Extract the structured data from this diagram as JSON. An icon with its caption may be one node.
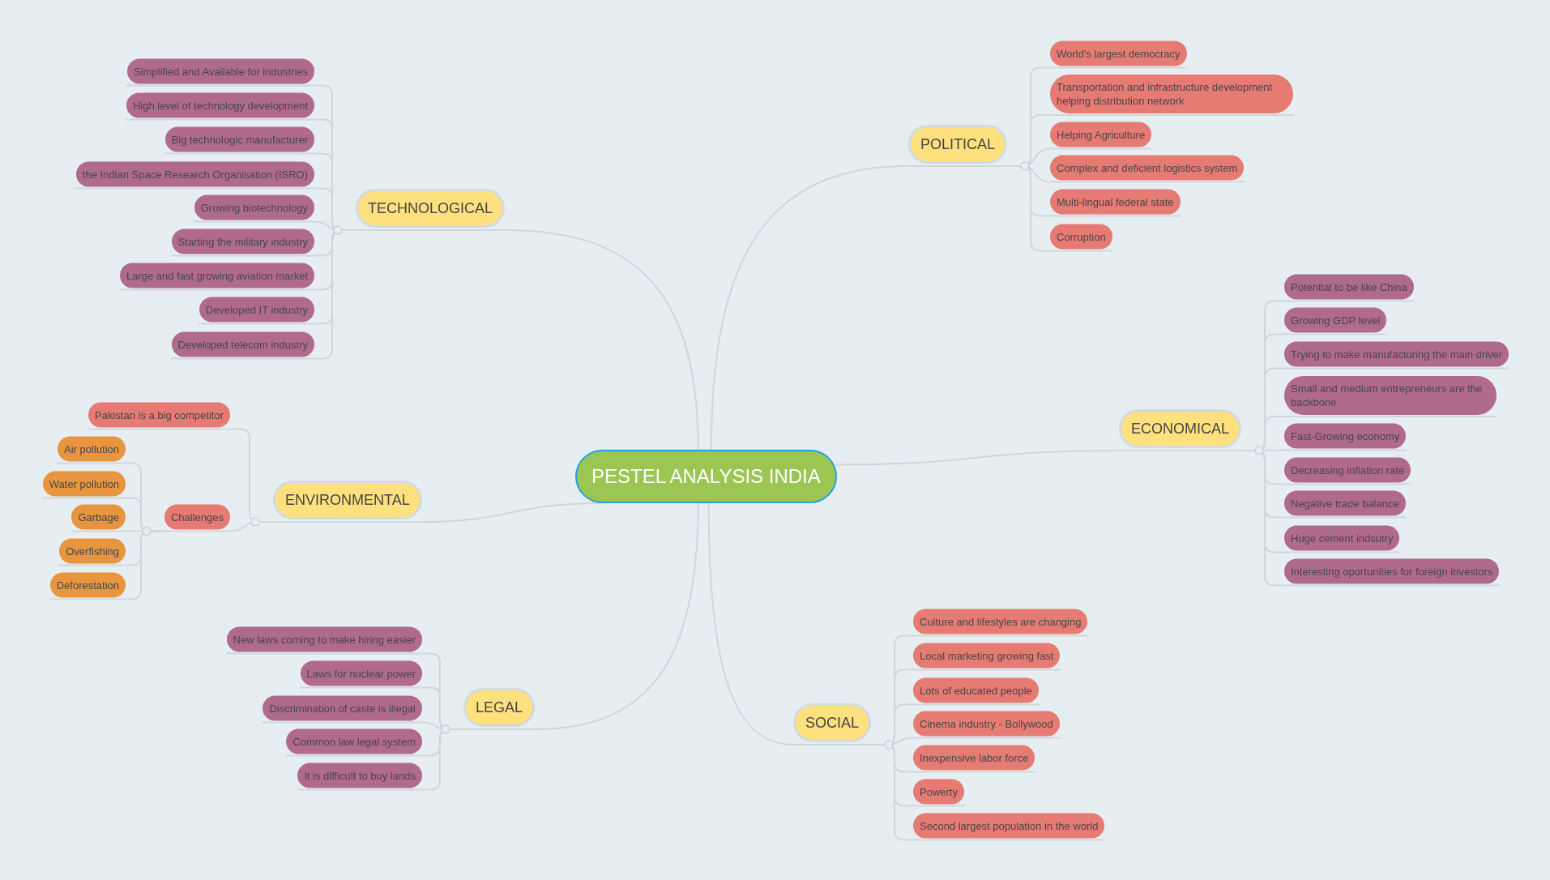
{
  "diagram": {
    "nodes": [
      {
        "text": [
          "PESTEL ANALYSIS INDIA"
        ]
      },
      {
        "text": [
          "POLITICAL"
        ]
      },
      {
        "text": [
          "World's largest democracy"
        ]
      },
      {
        "text": [
          "Transportation and infrastructure development helping distribution network"
        ]
      },
      {
        "text": [
          "Helping Agriculture"
        ]
      },
      {
        "text": [
          "Complex and deficient logistics system"
        ]
      },
      {
        "text": [
          "Multi-lingual federal state"
        ]
      },
      {
        "text": [
          "Corruption"
        ]
      },
      {
        "text": [
          "ECONOMICAL"
        ]
      },
      {
        "text": [
          "Potential to be like China"
        ]
      },
      {
        "text": [
          "Growing GDP level"
        ]
      },
      {
        "text": [
          "Trying to make manufacturing the main driver"
        ]
      },
      {
        "text": [
          "Small and medium entrepreneurs are the backbone"
        ]
      },
      {
        "text": [
          "Fast-Growing economy"
        ]
      },
      {
        "text": [
          "Decreasing inflation rate"
        ]
      },
      {
        "text": [
          "Negative trade balance"
        ]
      },
      {
        "text": [
          "Huge cement indsutry"
        ]
      },
      {
        "text": [
          "Interesting oportunities for foreign investors"
        ]
      },
      {
        "text": [
          "SOCIAL"
        ]
      },
      {
        "text": [
          "Culture and lifestyles are changing"
        ]
      },
      {
        "text": [
          "Local marketing growing fast"
        ]
      },
      {
        "text": [
          "Lots of educated people"
        ]
      },
      {
        "text": [
          "Cinema industry - Bollywood"
        ]
      },
      {
        "text": [
          "Inexpensive labor force"
        ]
      },
      {
        "text": [
          "Powerty"
        ]
      },
      {
        "text": [
          "Second largest population in the world"
        ]
      },
      {
        "text": [
          "TECHNOLOGICAL"
        ]
      },
      {
        "text": [
          "Simplified and Available for industries"
        ]
      },
      {
        "text": [
          "High level of technology development"
        ]
      },
      {
        "text": [
          "Big technologic manufacturer"
        ]
      },
      {
        "text": [
          "the Indian Space Research Organisation (ISRO)"
        ]
      },
      {
        "text": [
          "Growing biotechnology"
        ]
      },
      {
        "text": [
          "Starting the military industry"
        ]
      },
      {
        "text": [
          "Large and fast growing aviation market"
        ]
      },
      {
        "text": [
          "Developed IT industry"
        ]
      },
      {
        "text": [
          "Developed telecom industry"
        ]
      },
      {
        "text": [
          "ENVIRONMENTAL"
        ]
      },
      {
        "text": [
          "Pakistan is a big competitor"
        ]
      },
      {
        "text": [
          "Challenges"
        ]
      },
      {
        "text": [
          "Air pollution"
        ]
      },
      {
        "text": [
          "Water pollution"
        ]
      },
      {
        "text": [
          "Garbage"
        ]
      },
      {
        "text": [
          "Overfishing"
        ]
      },
      {
        "text": [
          "Deforestation"
        ]
      },
      {
        "text": [
          "LEGAL"
        ]
      },
      {
        "text": [
          "New laws coming to make hiring easier"
        ]
      },
      {
        "text": [
          "Laws for nuclear power"
        ]
      },
      {
        "text": [
          "Discrimination of caste is illegal"
        ]
      },
      {
        "text": [
          "Common law legal system"
        ]
      },
      {
        "text": [
          "It is difficult to buy lands"
        ]
      }
    ],
    "edges": [
      {
        "from": 0,
        "to": 1,
        "arrow": "none"
      },
      {
        "from": 0,
        "to": 8,
        "arrow": "none"
      },
      {
        "from": 0,
        "to": 18,
        "arrow": "none"
      },
      {
        "from": 0,
        "to": 26,
        "arrow": "none"
      },
      {
        "from": 0,
        "to": 36,
        "arrow": "none"
      },
      {
        "from": 0,
        "to": 44,
        "arrow": "none"
      },
      {
        "from": 1,
        "to": 2,
        "arrow": "none"
      },
      {
        "from": 1,
        "to": 3,
        "arrow": "none"
      },
      {
        "from": 1,
        "to": 4,
        "arrow": "none"
      },
      {
        "from": 1,
        "to": 5,
        "arrow": "none"
      },
      {
        "from": 1,
        "to": 6,
        "arrow": "none"
      },
      {
        "from": 1,
        "to": 7,
        "arrow": "none"
      },
      {
        "from": 8,
        "to": 9,
        "arrow": "none"
      },
      {
        "from": 8,
        "to": 10,
        "arrow": "none"
      },
      {
        "from": 8,
        "to": 11,
        "arrow": "none"
      },
      {
        "from": 8,
        "to": 12,
        "arrow": "none"
      },
      {
        "from": 8,
        "to": 13,
        "arrow": "none"
      },
      {
        "from": 8,
        "to": 14,
        "arrow": "none"
      },
      {
        "from": 8,
        "to": 15,
        "arrow": "none"
      },
      {
        "from": 8,
        "to": 16,
        "arrow": "none"
      },
      {
        "from": 8,
        "to": 17,
        "arrow": "none"
      },
      {
        "from": 18,
        "to": 19,
        "arrow": "none"
      },
      {
        "from": 18,
        "to": 20,
        "arrow": "none"
      },
      {
        "from": 18,
        "to": 21,
        "arrow": "none"
      },
      {
        "from": 18,
        "to": 22,
        "arrow": "none"
      },
      {
        "from": 18,
        "to": 23,
        "arrow": "none"
      },
      {
        "from": 18,
        "to": 24,
        "arrow": "none"
      },
      {
        "from": 18,
        "to": 25,
        "arrow": "none"
      },
      {
        "from": 26,
        "to": 27,
        "arrow": "none"
      },
      {
        "from": 26,
        "to": 28,
        "arrow": "none"
      },
      {
        "from": 26,
        "to": 29,
        "arrow": "none"
      },
      {
        "from": 26,
        "to": 30,
        "arrow": "none"
      },
      {
        "from": 26,
        "to": 31,
        "arrow": "none"
      },
      {
        "from": 26,
        "to": 32,
        "arrow": "none"
      },
      {
        "from": 26,
        "to": 33,
        "arrow": "none"
      },
      {
        "from": 26,
        "to": 34,
        "arrow": "none"
      },
      {
        "from": 26,
        "to": 35,
        "arrow": "none"
      },
      {
        "from": 36,
        "to": 37,
        "arrow": "none"
      },
      {
        "from": 36,
        "to": 38,
        "arrow": "none"
      },
      {
        "from": 38,
        "to": 39,
        "arrow": "none"
      },
      {
        "from": 38,
        "to": 40,
        "arrow": "none"
      },
      {
        "from": 38,
        "to": 41,
        "arrow": "none"
      },
      {
        "from": 38,
        "to": 42,
        "arrow": "none"
      },
      {
        "from": 38,
        "to": 43,
        "arrow": "none"
      },
      {
        "from": 44,
        "to": 45,
        "arrow": "none"
      },
      {
        "from": 44,
        "to": 46,
        "arrow": "none"
      },
      {
        "from": 44,
        "to": 47,
        "arrow": "none"
      },
      {
        "from": 44,
        "to": 48,
        "arrow": "none"
      },
      {
        "from": 44,
        "to": 49,
        "arrow": "none"
      }
    ]
  }
}
